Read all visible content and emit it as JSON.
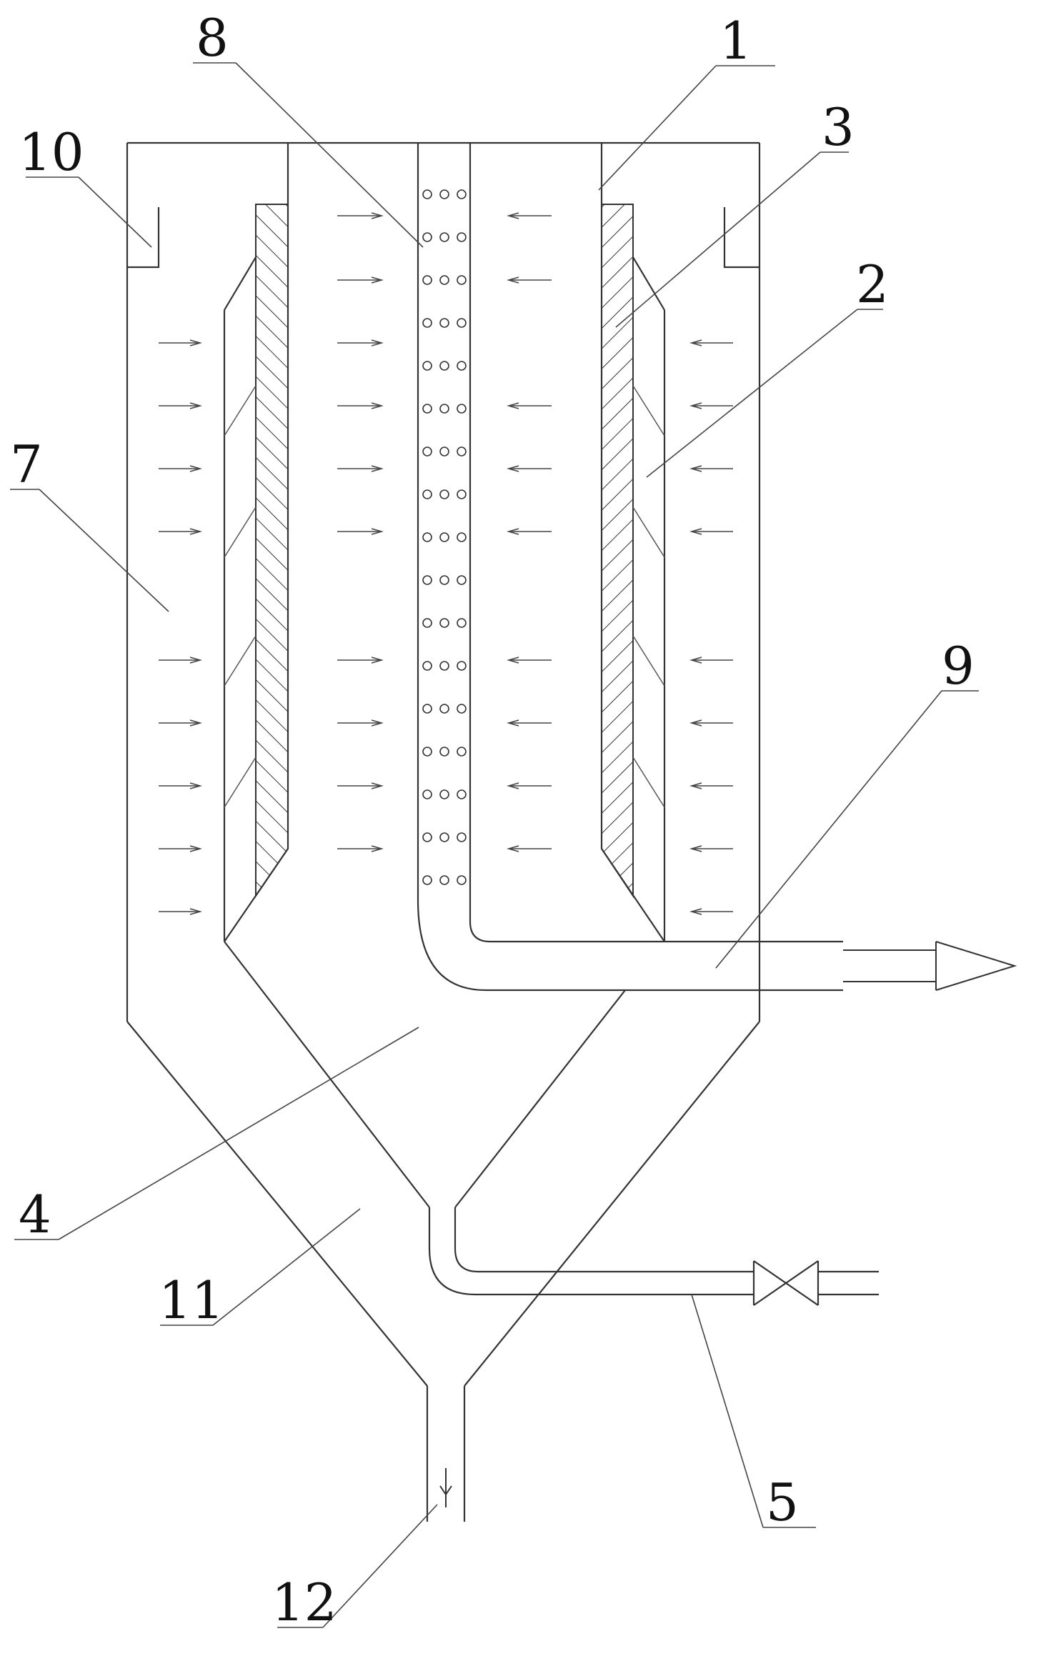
{
  "figure": {
    "line_color": "#333333",
    "background": "#ffffff",
    "reference_numerals": [
      {
        "key": "n1",
        "text": "1"
      },
      {
        "key": "n2",
        "text": "2"
      },
      {
        "key": "n3",
        "text": "3"
      },
      {
        "key": "n4",
        "text": "4"
      },
      {
        "key": "n5",
        "text": "5"
      },
      {
        "key": "n7",
        "text": "7"
      },
      {
        "key": "n8",
        "text": "8"
      },
      {
        "key": "n9",
        "text": "9"
      },
      {
        "key": "n10",
        "text": "10"
      },
      {
        "key": "n11",
        "text": "11"
      },
      {
        "key": "n12",
        "text": "12"
      }
    ]
  },
  "labels": {
    "n1": "1",
    "n2": "2",
    "n3": "3",
    "n4": "4",
    "n5": "5",
    "n7": "7",
    "n8": "8",
    "n9": "9",
    "n10": "10",
    "n11": "11",
    "n12": "12"
  }
}
